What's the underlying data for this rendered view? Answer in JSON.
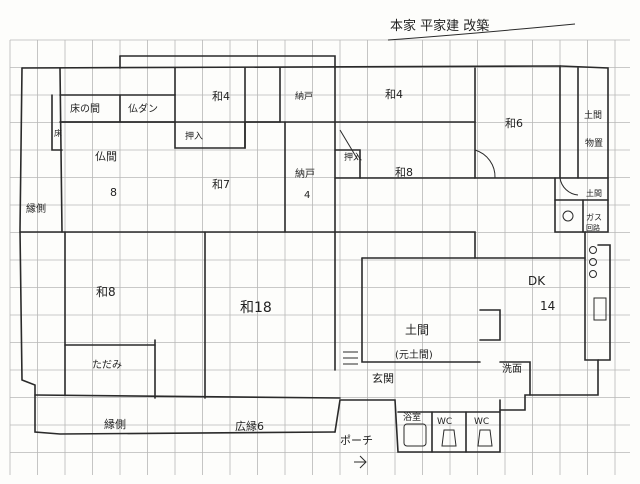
{
  "title": "本家 平家建 改築",
  "rooms": [
    {
      "id": "butsuma",
      "label": "仏間"
    },
    {
      "id": "butsuma-size",
      "label": "8"
    },
    {
      "id": "tokonoma",
      "label": "床の間"
    },
    {
      "id": "butsudan",
      "label": "仏ダン"
    },
    {
      "id": "toko",
      "label": "床"
    },
    {
      "id": "oshiire-a",
      "label": "押入"
    },
    {
      "id": "washitsu-4",
      "label": "和4"
    },
    {
      "id": "nando",
      "label": "納戸"
    },
    {
      "id": "washitsu-4b",
      "label": "和4"
    },
    {
      "id": "washitsu-6",
      "label": "和6"
    },
    {
      "id": "tenma",
      "label": "土間"
    },
    {
      "id": "monooki",
      "label": "物置"
    },
    {
      "id": "washitsu-7",
      "label": "和7"
    },
    {
      "id": "nando-4",
      "label": "納戸"
    },
    {
      "id": "nando-4-size",
      "label": "4"
    },
    {
      "id": "oshiire-b",
      "label": "押入"
    },
    {
      "id": "washitsu-8",
      "label": "和8"
    },
    {
      "id": "engawa-left",
      "label": "縁側"
    },
    {
      "id": "washitsu-8b",
      "label": "和8"
    },
    {
      "id": "washitsu-18",
      "label": "和18"
    },
    {
      "id": "doma",
      "label": "土間"
    },
    {
      "id": "doma-sub",
      "label": "(元土間)"
    },
    {
      "id": "dk",
      "label": "DK"
    },
    {
      "id": "dk-size",
      "label": "14"
    },
    {
      "id": "tatami",
      "label": "ただみ"
    },
    {
      "id": "engawa-bottom",
      "label": "縁側"
    },
    {
      "id": "hiroen",
      "label": "広縁6"
    },
    {
      "id": "genkan",
      "label": "玄関"
    },
    {
      "id": "porch",
      "label": "ポーチ"
    },
    {
      "id": "senmen",
      "label": "洗面"
    },
    {
      "id": "yokushitsu",
      "label": "浴室"
    },
    {
      "id": "wc1",
      "label": "WC"
    },
    {
      "id": "wc2",
      "label": "WC"
    },
    {
      "id": "tenma-small",
      "label": "土間"
    },
    {
      "id": "gas",
      "label": "ガス"
    },
    {
      "id": "kairo",
      "label": "回路"
    }
  ]
}
